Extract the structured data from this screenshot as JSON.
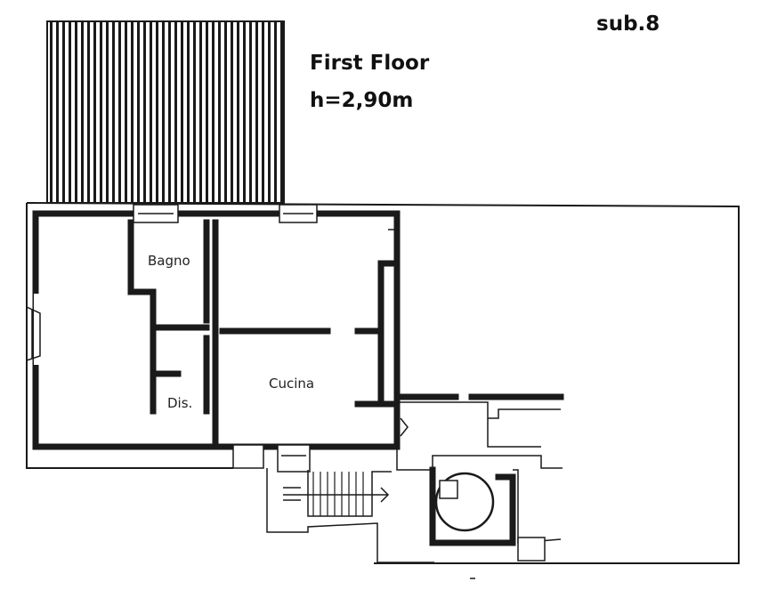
{
  "header": {
    "sub": "sub.8",
    "floor_title": "First Floor",
    "height": "h=2,90m"
  },
  "rooms": {
    "bagno": "Bagno",
    "dis": "Dis.",
    "cucina": "Cucina"
  }
}
